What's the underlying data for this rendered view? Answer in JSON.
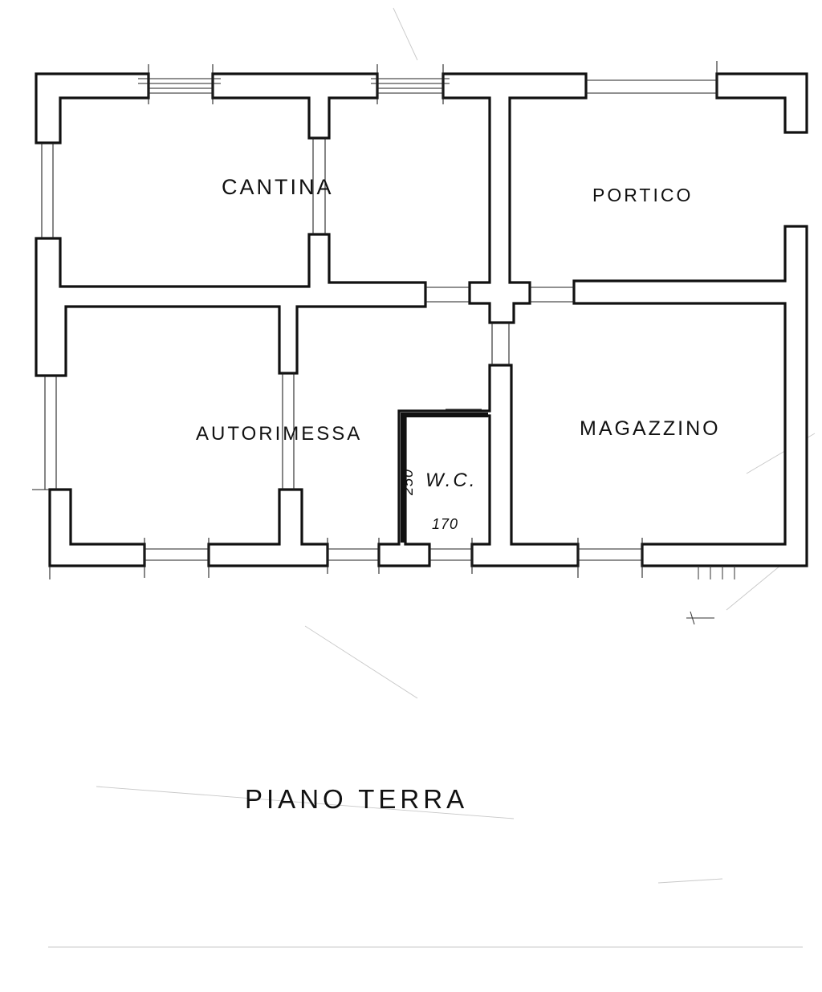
{
  "rooms": {
    "cantina": "CANTINA",
    "portico": "PORTICO",
    "autorimessa": "AUTORIMESSA",
    "magazzino": "MAGAZZINO",
    "wc": "W.C."
  },
  "dimensions": {
    "wc_height": "250",
    "wc_width": "170"
  },
  "title": "PIANO TERRA",
  "colors": {
    "ink": "#111111",
    "paper": "#ffffff"
  }
}
